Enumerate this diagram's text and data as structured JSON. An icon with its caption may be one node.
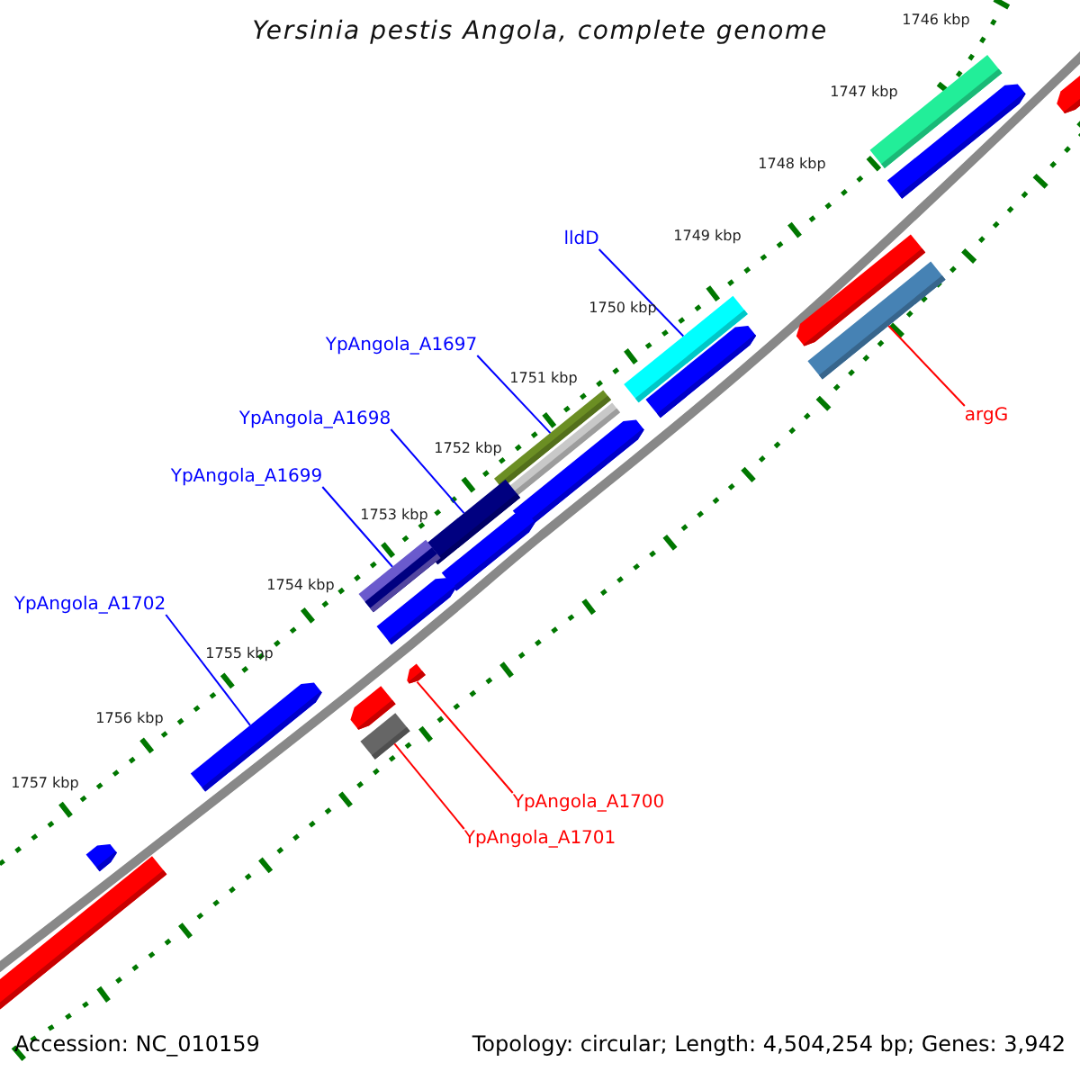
{
  "diagram": {
    "title": "Yersinia pestis Angola, complete genome",
    "nodes": [
      {
        "text": [
          "lldD"
        ]
      },
      {
        "text": [
          "YpAngola_A1697"
        ]
      },
      {
        "text": [
          "argG"
        ]
      },
      {
        "text": [
          "YpAngola_A1698"
        ]
      },
      {
        "text": [
          "YpAngola_A1699"
        ]
      },
      {
        "text": [
          "YpAngola_A1702"
        ]
      },
      {
        "text": [
          "YpAngola_A1700"
        ]
      },
      {
        "text": [
          "YpAngola_A1701"
        ]
      },
      {
        "text": [],
        "shape": "bar"
      },
      {
        "text": [],
        "shape": "bar"
      },
      {
        "text": [],
        "shape": "bar"
      },
      {
        "text": [],
        "shape": "bar"
      },
      {
        "text": [],
        "shape": "bar"
      },
      {
        "text": [],
        "shape": "bar"
      },
      {
        "text": [],
        "shape": "bar"
      },
      {
        "text": [],
        "shape": "bar"
      },
      {
        "text": [],
        "shape": "bar"
      },
      {
        "text": [],
        "shape": "bar"
      },
      {
        "text": [],
        "shape": "bar"
      },
      {
        "text": [],
        "shape": "bar"
      },
      {
        "text": [],
        "shape": "bar"
      },
      {
        "text": [],
        "shape": "bar"
      },
      {
        "text": [],
        "shape": "bar"
      },
      {
        "text": [],
        "shape": "bar"
      },
      {
        "text": [],
        "shape": "bar"
      },
      {
        "text": [],
        "shape": "bar"
      },
      {
        "text": [],
        "shape": "bar"
      },
      {
        "text": [],
        "shape": "bar"
      }
    ],
    "edges": [
      {
        "from": 0,
        "to": 21,
        "arrow": "none"
      },
      {
        "from": 1,
        "to": 18,
        "arrow": "none"
      },
      {
        "from": 2,
        "to": 24,
        "arrow": "none",
        "color": "#ff0000"
      },
      {
        "from": 3,
        "to": 16,
        "arrow": "none"
      },
      {
        "from": 4,
        "to": 13,
        "arrow": "none"
      },
      {
        "from": 5,
        "to": 10,
        "arrow": "none"
      },
      {
        "from": 6,
        "to": 14,
        "arrow": "none",
        "color": "#ff0000"
      },
      {
        "from": 7,
        "to": 12,
        "arrow": "none",
        "color": "#ff0000"
      }
    ],
    "labels": [
      "1746 kbp",
      "1747 kbp",
      "1748 kbp",
      "1749 kbp",
      "1750 kbp",
      "1751 kbp",
      "1752 kbp",
      "1753 kbp",
      "1754 kbp",
      "1755 kbp",
      "1756 kbp",
      "1757 kbp",
      "Accession: NC_010159",
      "Topology: circular; Length: 4,504,254 bp; Genes: 3,942"
    ]
  }
}
